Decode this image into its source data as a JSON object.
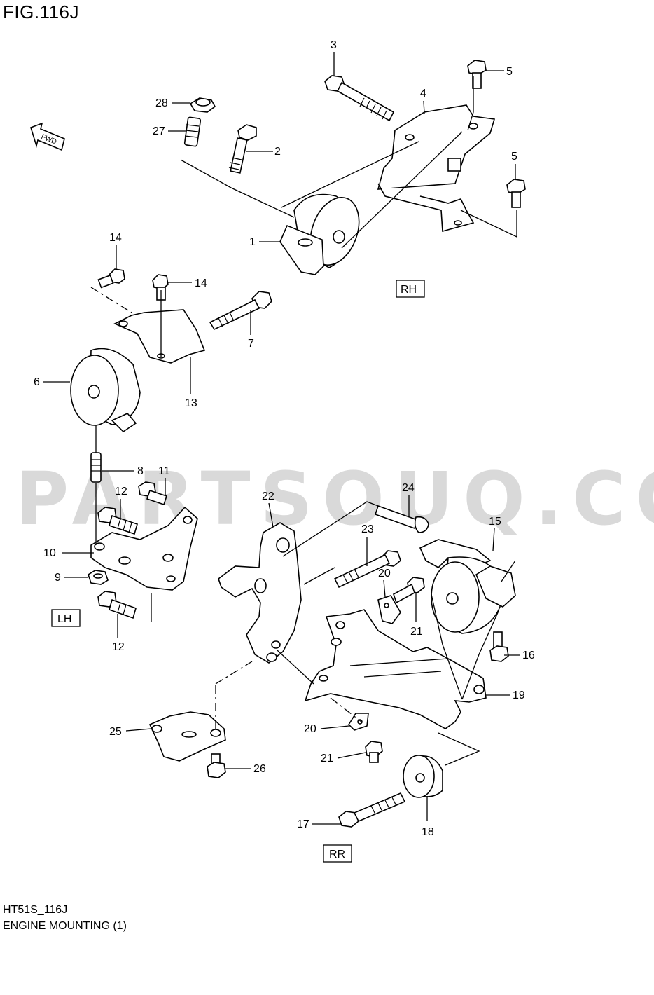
{
  "figure": {
    "title": "FIG.116J",
    "code": "HT51S_116J",
    "name": "ENGINE MOUNTING (1)"
  },
  "watermark": "PARTSOUQ.COM",
  "direction_arrow": {
    "text": "FWD",
    "icon": "forward-arrow-icon"
  },
  "regions": {
    "rh": "RH",
    "lh": "LH",
    "rr": "RR"
  },
  "callouts": {
    "c1": "1",
    "c2": "2",
    "c3": "3",
    "c4": "4",
    "c5a": "5",
    "c5b": "5",
    "c6": "6",
    "c7": "7",
    "c8": "8",
    "c9": "9",
    "c10": "10",
    "c11": "11",
    "c12a": "12",
    "c12b": "12",
    "c13": "13",
    "c14a": "14",
    "c14b": "14",
    "c15": "15",
    "c16": "16",
    "c17": "17",
    "c18": "18",
    "c19": "19",
    "c20a": "20",
    "c20b": "20",
    "c21a": "21",
    "c21b": "21",
    "c22": "22",
    "c23": "23",
    "c24": "24",
    "c25": "25",
    "c26": "26",
    "c27": "27",
    "c28": "28"
  },
  "colors": {
    "line": "#000000",
    "watermark": "#d9d9d9",
    "background": "#ffffff"
  }
}
